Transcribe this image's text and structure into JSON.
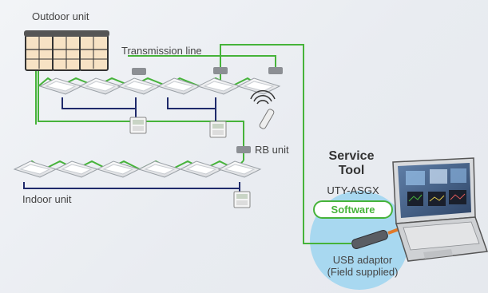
{
  "labels": {
    "outdoor_unit": "Outdoor unit",
    "transmission_line": "Transmission line",
    "rb_unit": "RB unit",
    "indoor_unit": "Indoor unit",
    "service_tool_line1": "Service",
    "service_tool_line2": "Tool",
    "model": "UTY-ASGX",
    "software": "Software",
    "usb_line1": "USB adaptor",
    "usb_line2": "(Field supplied)"
  },
  "colors": {
    "transmission_green": "#46b33a",
    "remote_wire_navy": "#1f2a6b",
    "connector_gray": "#8c8f94",
    "usb_circle": "#a8d8f0"
  },
  "icons": [
    "outdoor-unit-icon",
    "indoor-unit-icon",
    "wired-remote-icon",
    "wireless-remote-icon",
    "rb-unit-icon",
    "laptop-icon",
    "usb-adaptor-icon"
  ]
}
